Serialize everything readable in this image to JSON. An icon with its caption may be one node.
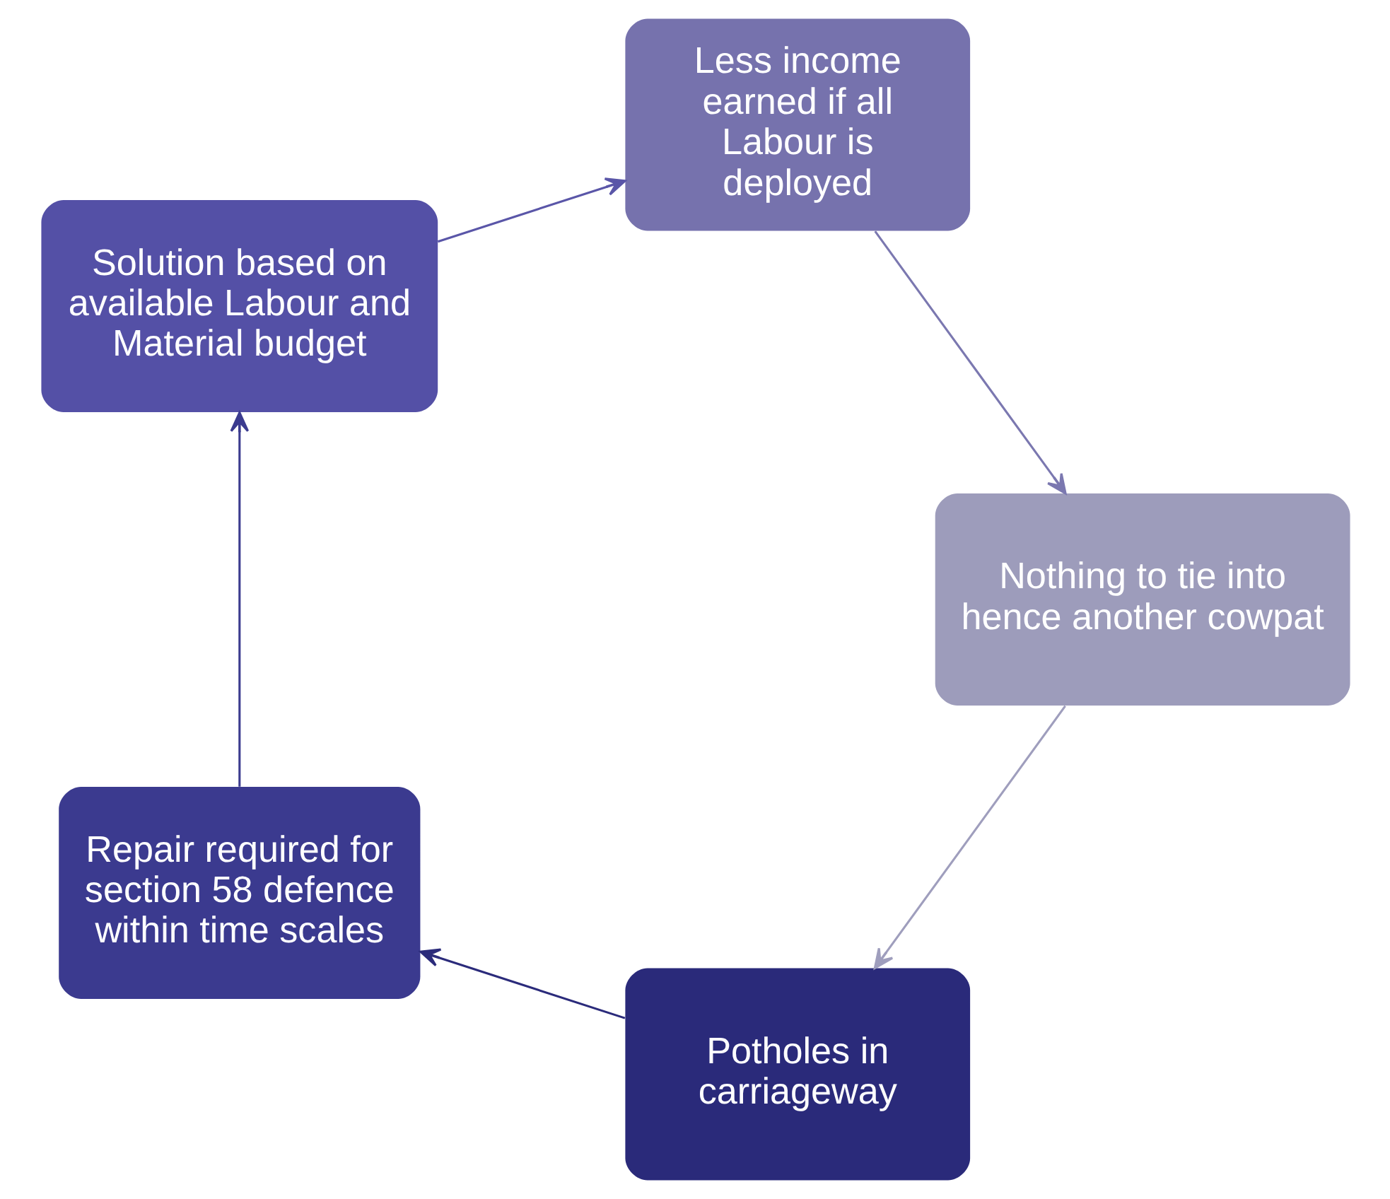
{
  "diagram": {
    "nodes": [
      {
        "text": [
          "Potholes in carriageway"
        ]
      },
      {
        "text": [
          "Repair required for section 58 defence within time scales"
        ]
      },
      {
        "text": [
          "Solution based on available Labour and Material budget"
        ]
      },
      {
        "text": [
          "Less income earned if all Labour is deployed"
        ]
      },
      {
        "text": [
          "Nothing to tie into hence another cowpat"
        ]
      }
    ],
    "edges": [
      {
        "from": 0,
        "to": 1,
        "arrow": "to",
        "color": "#2b2b7b"
      },
      {
        "from": 1,
        "to": 2,
        "arrow": "to",
        "color": "#3b3b8f"
      },
      {
        "from": 2,
        "to": 3,
        "arrow": "to",
        "color": "#5a56a8"
      },
      {
        "from": 3,
        "to": 4,
        "arrow": "to",
        "color": "#7b78b0"
      },
      {
        "from": 4,
        "to": 0,
        "arrow": "to",
        "color": "#9f9ebd"
      }
    ]
  }
}
